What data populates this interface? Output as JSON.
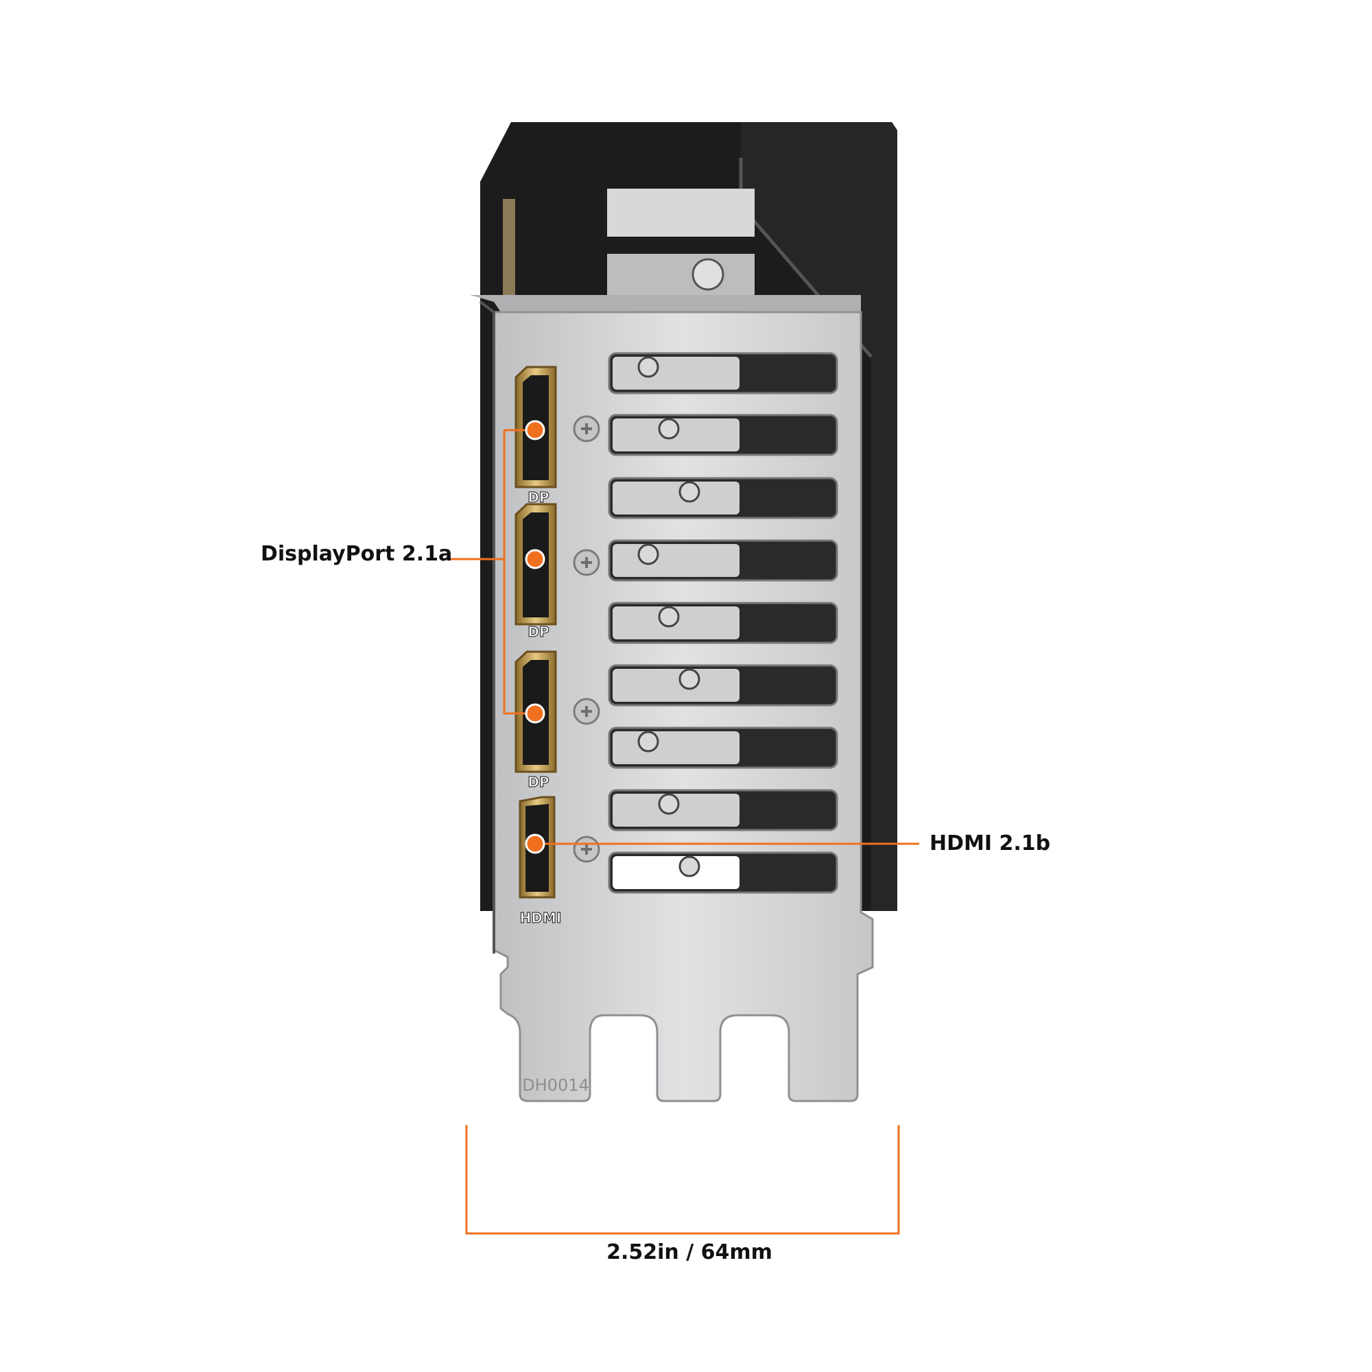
{
  "callouts": {
    "displayport": "DisplayPort 2.1a",
    "hdmi": "HDMI 2.1b",
    "width": "2.52in / 64mm"
  },
  "bracket_markings": {
    "dp_port_label": "DP",
    "hdmi_port_label": "HDMI",
    "part_number": "DH0014"
  },
  "colors": {
    "accent": "#f07020",
    "shroud": "#1b1b1b",
    "bracket": "#cfd0d2",
    "port_gold": "#c9a65a"
  }
}
